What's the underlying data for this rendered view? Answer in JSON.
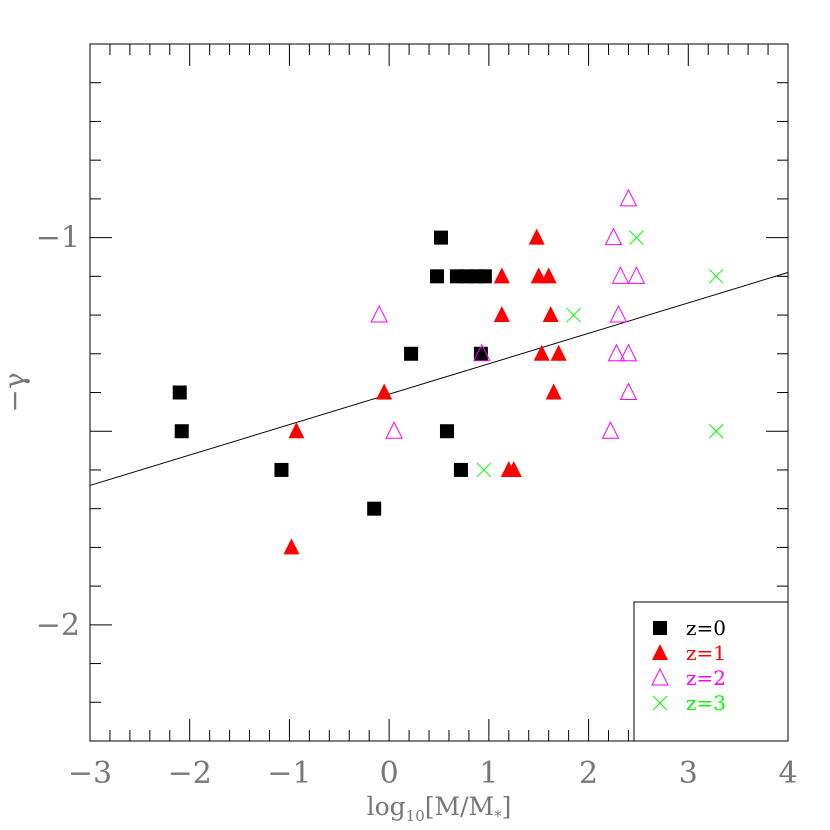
{
  "chart_data": {
    "type": "scatter",
    "xlabel": "log10[M/M*]",
    "xlabel_parts": {
      "base": "log",
      "sub": "10",
      "bracket_open": "[M/M",
      "star": "*",
      "bracket_close": "]"
    },
    "ylabel": "−γ",
    "xlim": [
      -3,
      4
    ],
    "ylim": [
      -2.3,
      -0.5
    ],
    "x_ticks": [
      {
        "value": -3,
        "label": "−3"
      },
      {
        "value": -2,
        "label": "−2"
      },
      {
        "value": -1,
        "label": "−1"
      },
      {
        "value": 0,
        "label": "0"
      },
      {
        "value": 1,
        "label": "1"
      },
      {
        "value": 2,
        "label": "2"
      },
      {
        "value": 3,
        "label": "3"
      },
      {
        "value": 4,
        "label": "4"
      }
    ],
    "y_ticks": [
      {
        "value": -1,
        "label": "−1"
      },
      {
        "value": -2,
        "label": "−2"
      }
    ],
    "grid": false,
    "legend_position": "bottom-right",
    "fit_line": {
      "x": [
        -3,
        4
      ],
      "y": [
        -1.64,
        -1.09
      ]
    },
    "series": [
      {
        "name": "z=0",
        "marker": "filled-square",
        "color": "#000000",
        "points": [
          [
            -2.1,
            -1.4
          ],
          [
            -2.08,
            -1.5
          ],
          [
            -1.08,
            -1.6
          ],
          [
            -0.15,
            -1.7
          ],
          [
            0.22,
            -1.3
          ],
          [
            0.52,
            -1.0
          ],
          [
            0.48,
            -1.1
          ],
          [
            0.68,
            -1.1
          ],
          [
            0.78,
            -1.1
          ],
          [
            0.88,
            -1.1
          ],
          [
            0.96,
            -1.1
          ],
          [
            0.92,
            -1.3
          ],
          [
            0.58,
            -1.5
          ],
          [
            0.72,
            -1.6
          ]
        ]
      },
      {
        "name": "z=1",
        "marker": "filled-triangle",
        "color": "#ff0000",
        "points": [
          [
            -0.98,
            -1.8
          ],
          [
            -0.93,
            -1.5
          ],
          [
            -0.05,
            -1.4
          ],
          [
            1.13,
            -1.1
          ],
          [
            1.13,
            -1.2
          ],
          [
            1.48,
            -1.0
          ],
          [
            1.5,
            -1.1
          ],
          [
            1.6,
            -1.1
          ],
          [
            1.53,
            -1.3
          ],
          [
            1.7,
            -1.3
          ],
          [
            1.62,
            -1.2
          ],
          [
            1.65,
            -1.4
          ],
          [
            1.2,
            -1.6
          ],
          [
            1.25,
            -1.6
          ]
        ]
      },
      {
        "name": "z=2",
        "marker": "open-triangle",
        "color": "#ff00ff",
        "points": [
          [
            -0.1,
            -1.2
          ],
          [
            0.05,
            -1.5
          ],
          [
            0.93,
            -1.3
          ],
          [
            2.4,
            -0.9
          ],
          [
            2.25,
            -1.0
          ],
          [
            2.32,
            -1.1
          ],
          [
            2.48,
            -1.1
          ],
          [
            2.3,
            -1.2
          ],
          [
            2.28,
            -1.3
          ],
          [
            2.4,
            -1.3
          ],
          [
            2.4,
            -1.4
          ],
          [
            2.22,
            -1.5
          ]
        ]
      },
      {
        "name": "z=3",
        "marker": "cross",
        "color": "#00ff00",
        "points": [
          [
            0.95,
            -1.6
          ],
          [
            1.85,
            -1.2
          ],
          [
            2.48,
            -1.0
          ],
          [
            3.28,
            -1.1
          ],
          [
            3.28,
            -1.5
          ]
        ]
      }
    ]
  }
}
